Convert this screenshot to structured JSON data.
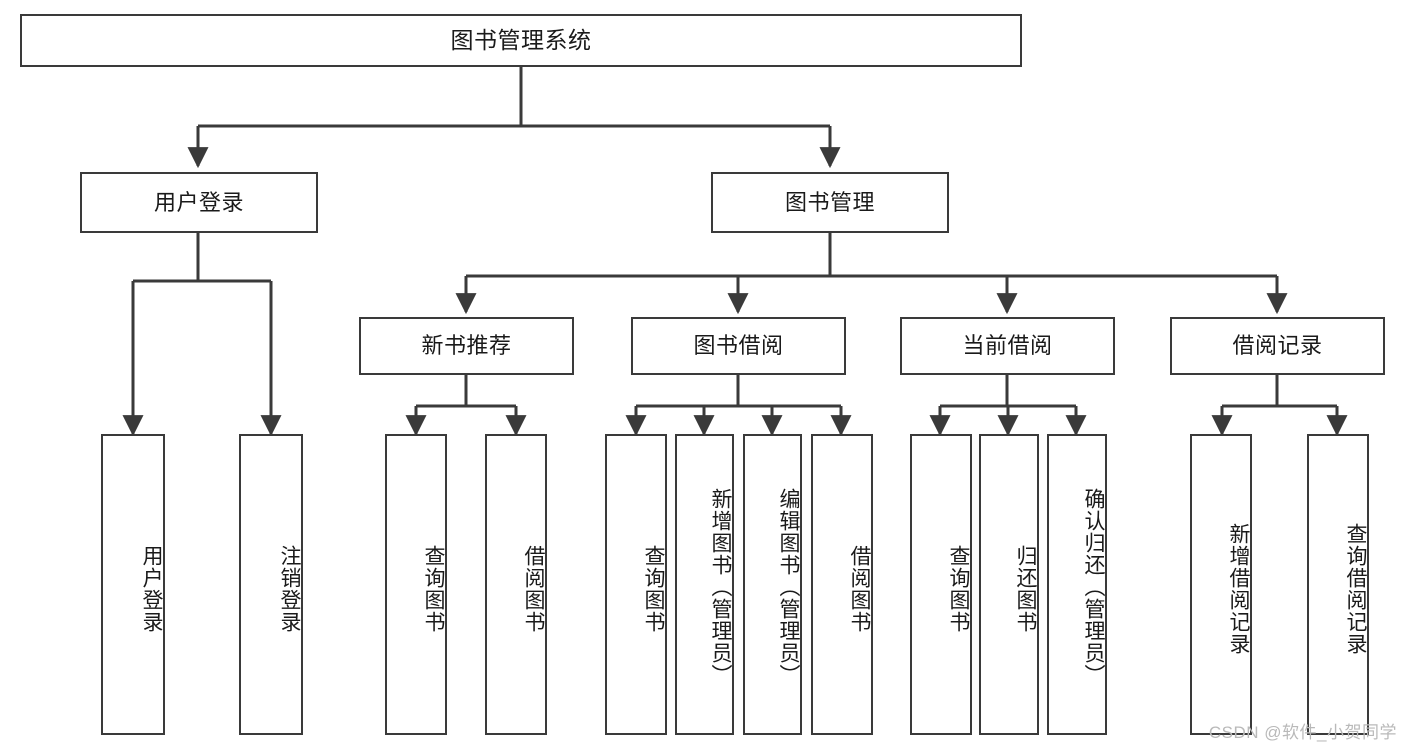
{
  "diagram": {
    "title": "图书管理系统",
    "type": "hierarchy-tree",
    "watermark": "CSDN @软件_小贺同学",
    "colors": {
      "border": "#3a3a3a",
      "text": "#1a1a1a",
      "background": "#ffffff",
      "watermark": "#b9b9b9"
    },
    "nodes": {
      "root": {
        "label": "图书管理系统"
      },
      "level2": [
        {
          "label": "用户登录"
        },
        {
          "label": "图书管理"
        }
      ],
      "level3": [
        {
          "label": "新书推荐"
        },
        {
          "label": "图书借阅"
        },
        {
          "label": "当前借阅"
        },
        {
          "label": "借阅记录"
        }
      ],
      "leaves_user_login": [
        {
          "label": "用户登录"
        },
        {
          "label": "注销登录"
        }
      ],
      "leaves_new_books": [
        {
          "label": "查询图书"
        },
        {
          "label": "借阅图书"
        }
      ],
      "leaves_borrow": [
        {
          "label": "查询图书"
        },
        {
          "label": "新增图书（管理员）"
        },
        {
          "label": "编辑图书（管理员）"
        },
        {
          "label": "借阅图书"
        }
      ],
      "leaves_current": [
        {
          "label": "查询图书"
        },
        {
          "label": "归还图书"
        },
        {
          "label": "确认归还（管理员）"
        }
      ],
      "leaves_records": [
        {
          "label": "新增借阅记录"
        },
        {
          "label": "查询借阅记录"
        }
      ]
    }
  }
}
